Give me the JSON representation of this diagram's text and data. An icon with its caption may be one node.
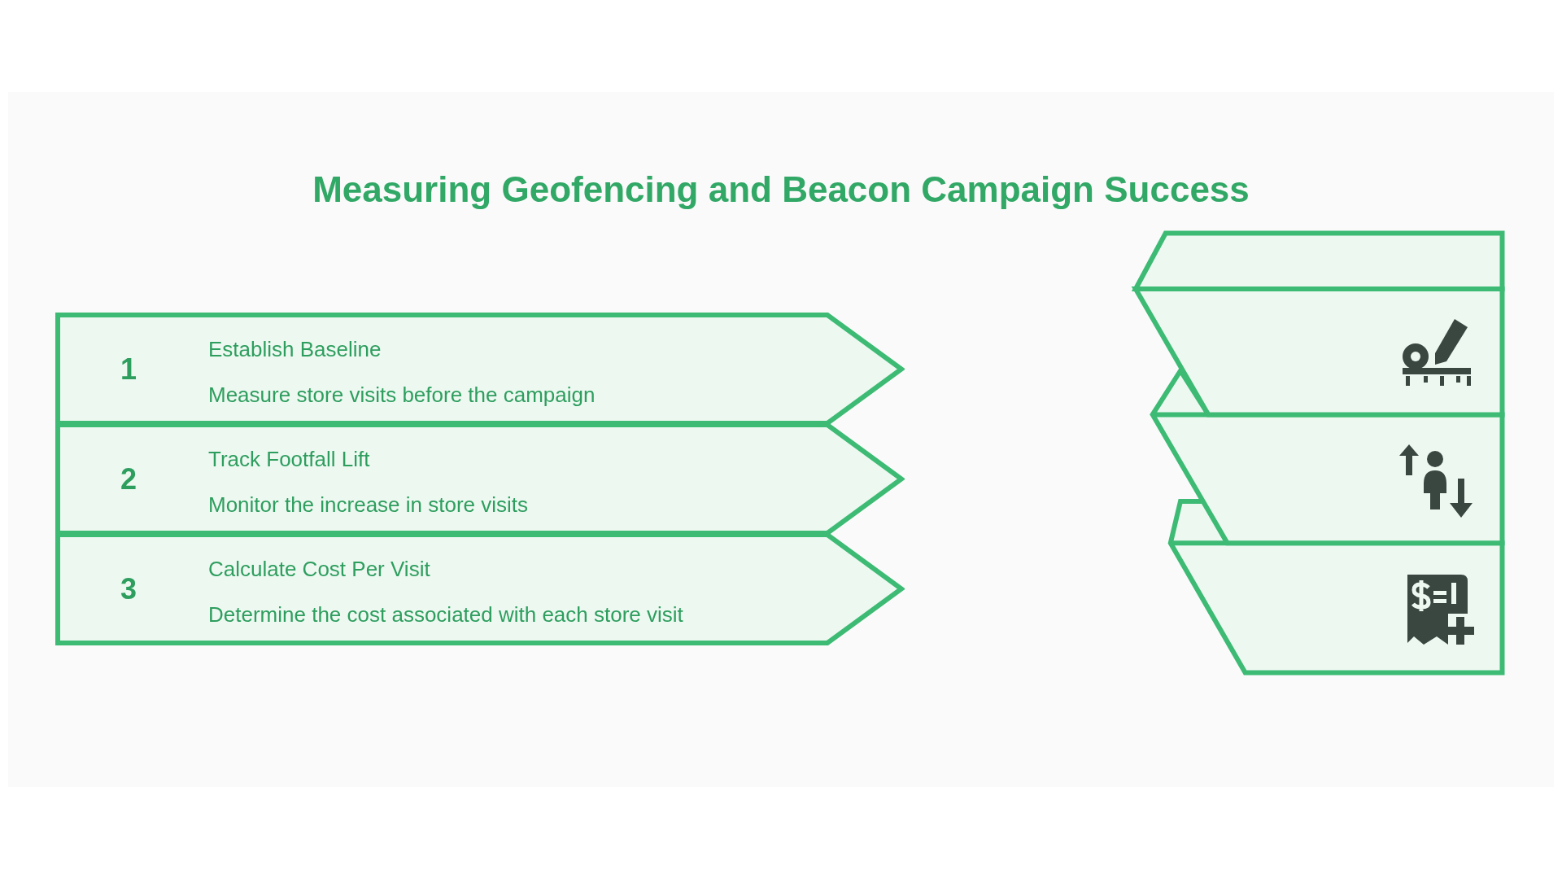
{
  "diagram": {
    "title": "Measuring Geofencing and Beacon Campaign Success",
    "nodes": [
      {
        "text": [
          "1",
          "Establish Baseline",
          "Measure store visits before the campaign"
        ]
      },
      {
        "text": [
          "2",
          "Track Footfall Lift",
          "Monitor the increase in store visits"
        ]
      },
      {
        "text": [
          "3",
          "Calculate Cost Per Visit",
          "Determine the cost associated with each store visit"
        ]
      }
    ]
  }
}
